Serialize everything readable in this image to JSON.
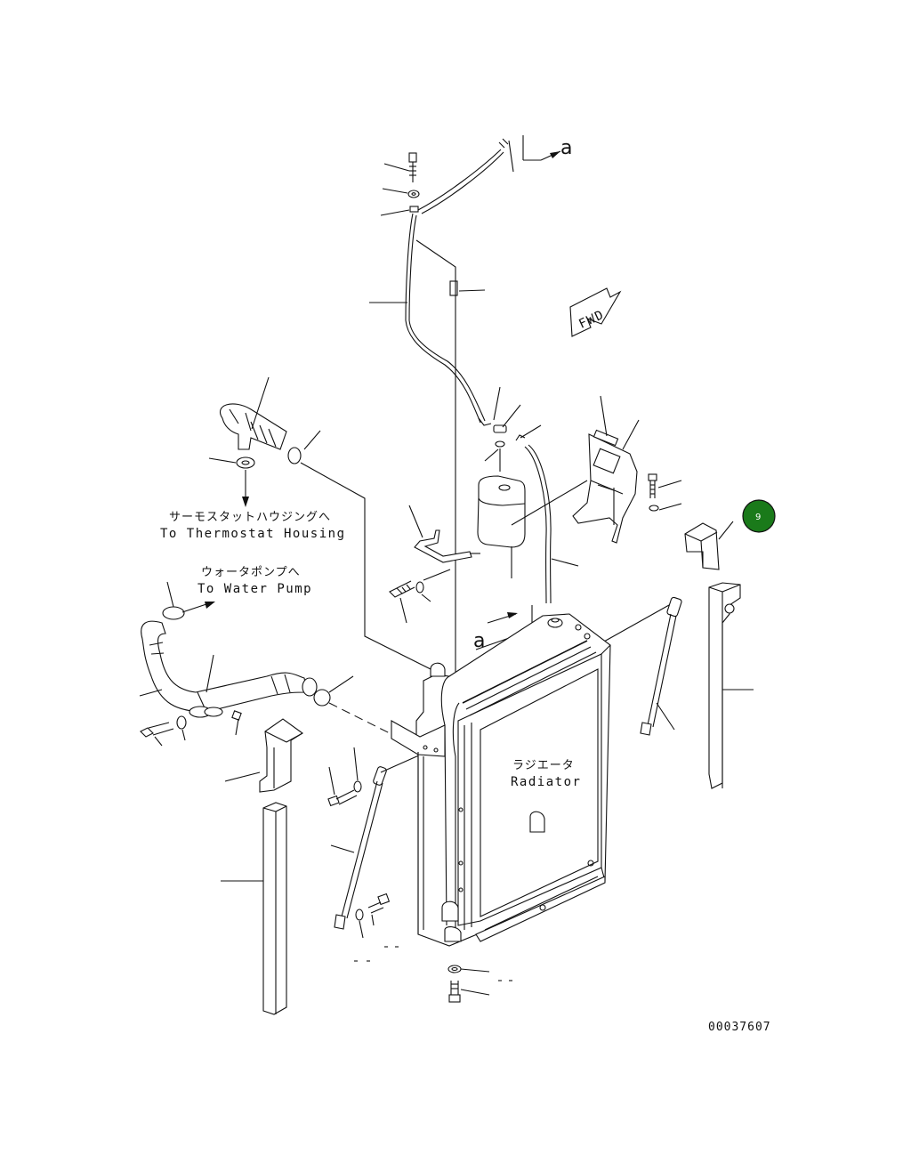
{
  "labels": {
    "thermostat_jp": "サーモスタットハウジングへ",
    "thermostat_en": "To Thermostat Housing",
    "waterpump_jp": "ウォータポンプへ",
    "waterpump_en": "To Water Pump",
    "radiator_jp": "ラジエータ",
    "radiator_en": "Radiator",
    "fwd": "FWD",
    "view_ref_top": "a",
    "view_ref_mid": "a",
    "drawing_number": "00037607"
  },
  "badge": {
    "text": "9",
    "color": "#1a7a1a"
  },
  "colors": {
    "line": "#111111",
    "background": "#ffffff"
  }
}
